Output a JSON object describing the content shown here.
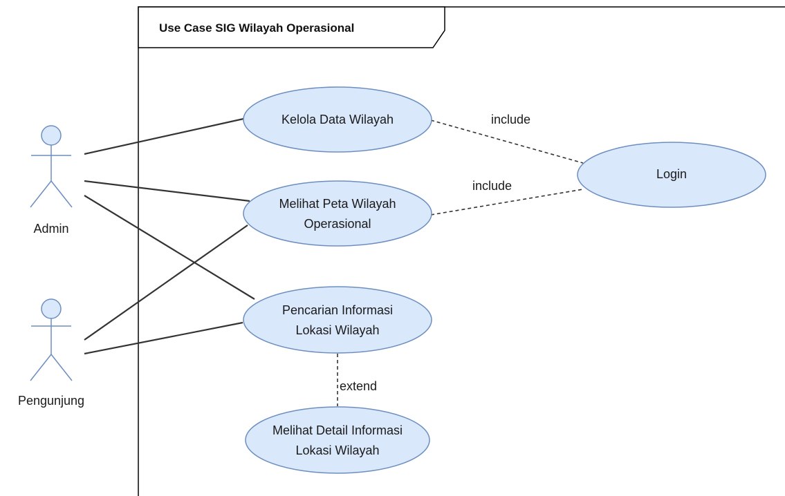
{
  "diagram": {
    "frame_title": "Use Case SIG Wilayah Operasional",
    "actors": {
      "admin": {
        "label": "Admin"
      },
      "pengunjung": {
        "label": "Pengunjung"
      }
    },
    "use_cases": {
      "kelola": {
        "lines": [
          "Kelola Data Wilayah"
        ]
      },
      "melihat_peta": {
        "lines": [
          "Melihat Peta Wilayah",
          "Operasional"
        ]
      },
      "pencarian": {
        "lines": [
          "Pencarian Informasi",
          "Lokasi Wilayah"
        ]
      },
      "detail": {
        "lines": [
          "Melihat Detail Informasi",
          "Lokasi Wilayah"
        ]
      },
      "login": {
        "lines": [
          "Login"
        ]
      }
    },
    "relations": {
      "include_1": "include",
      "include_2": "include",
      "extend_1": "extend"
    },
    "colors": {
      "usecase_fill": "#dae8fc",
      "usecase_stroke": "#6c8ebf",
      "actor_fill": "#dae8fc",
      "actor_stroke": "#6c8ebf",
      "line": "#333333"
    }
  }
}
